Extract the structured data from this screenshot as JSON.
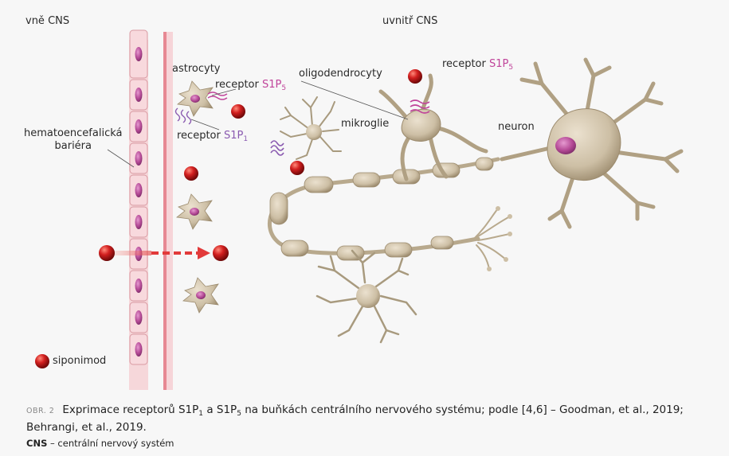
{
  "regions": {
    "outside": "vně CNS",
    "inside": "uvnitř CNS"
  },
  "labels": {
    "bbb_line1": "hematoencefalická",
    "bbb_line2": "bariéra",
    "astrocytes": "astrocyty",
    "receptor_word": "receptor",
    "s1p": "S1P",
    "sub1": "1",
    "sub5": "5",
    "microglia": "mikroglie",
    "oligodendrocytes": "oligodendrocyty",
    "neuron": "neuron",
    "legend_siponimod": "siponimod"
  },
  "caption": {
    "tag": "OBR. 2",
    "part1": "Exprimace receptorů S1P",
    "sub1": "1",
    "part2": " a S1P",
    "sub5": "5",
    "part3": " na buňkách centrálního nervového systému; podle [4,6] – Goodman, et al., 2019; Behrangi, et al., 2019.",
    "abbr_term": "CNS",
    "abbr_def": " – centrální nervový systém"
  },
  "colors": {
    "background": "#f7f7f7",
    "cell_body": "#cdbfa5",
    "cell_dark": "#8d7d62",
    "nucleus": "#b54a96",
    "siponimod": "#c41d1d",
    "arrow": "#e23a3a",
    "receptor_s1p": "#c0449a",
    "receptor_line": "#8a5ab0",
    "barrier": "#f4c6cc"
  },
  "icons": [
    "siponimod-molecule",
    "astrocyte-cell",
    "microglia-cell",
    "oligodendrocyte-cell",
    "neuron-cell",
    "receptor-coil"
  ]
}
